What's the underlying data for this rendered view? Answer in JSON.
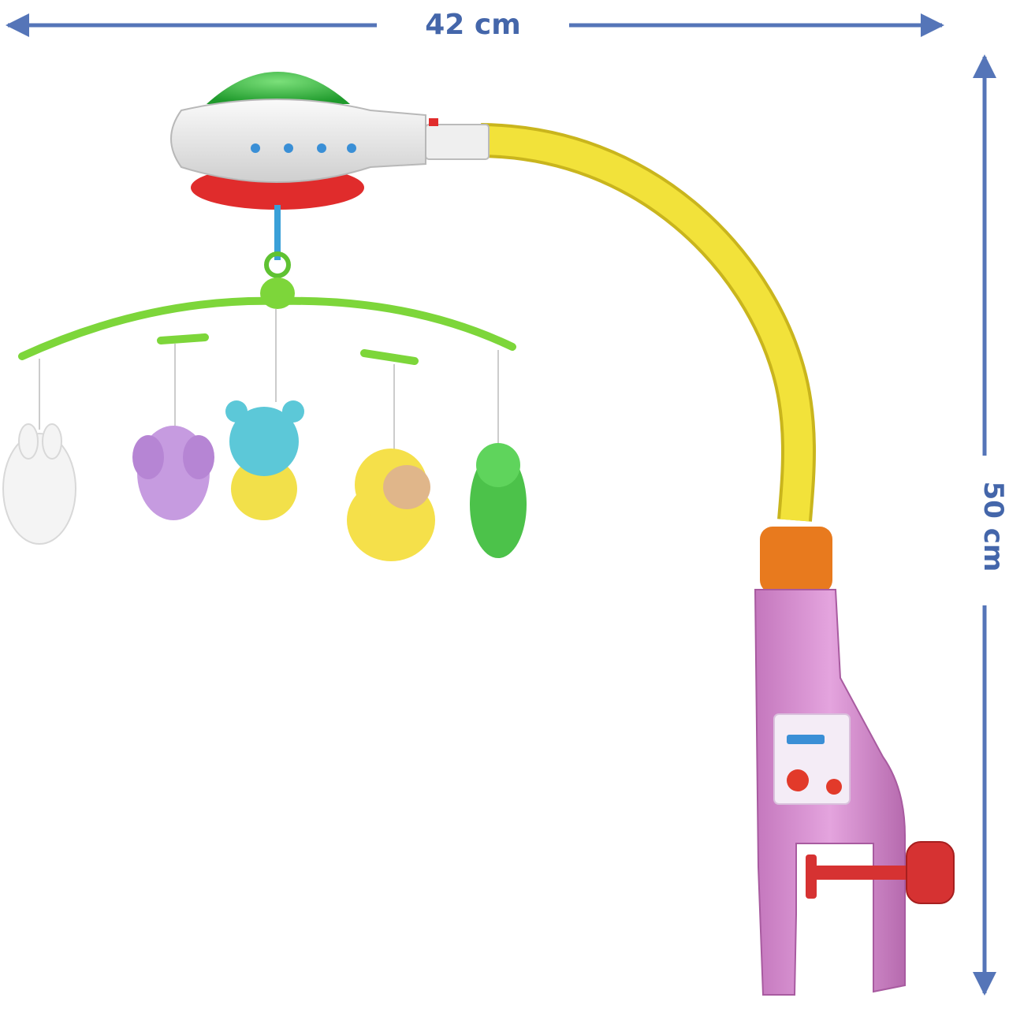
{
  "dimensions": {
    "width_label": "42 cm",
    "height_label": "50 cm"
  },
  "colors": {
    "arrow": "#5575b8",
    "label": "#4466aa",
    "dome": "#2fae3a",
    "projector_body": "#e6e6e6",
    "projector_base": "#e02c2c",
    "arm": "#f2e23a",
    "arm_edge": "#c9b51d",
    "collar": "#e87a1e",
    "clamp": "#d68ccf",
    "screw": "#d63232",
    "hanger": "#7dd63a"
  },
  "toys": [
    {
      "name": "bunny",
      "color": "#f4f4f4"
    },
    {
      "name": "elephant",
      "color": "#c69be0"
    },
    {
      "name": "bear",
      "color": "#5cc8d8"
    },
    {
      "name": "monkey",
      "color": "#f5e04a"
    },
    {
      "name": "frog",
      "color": "#4cc24a"
    }
  ]
}
